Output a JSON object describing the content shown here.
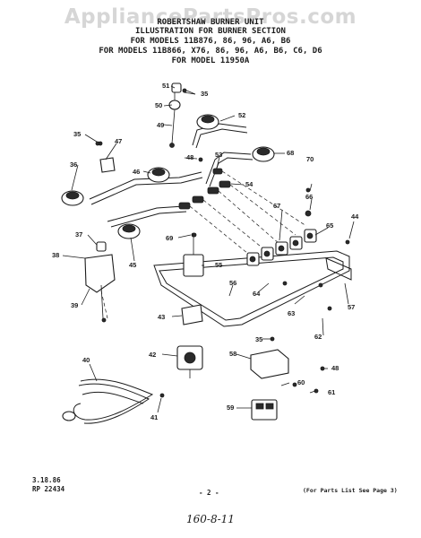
{
  "watermark": "AppliancePartsPros.com",
  "header": {
    "line1": "ROBERTSHAW BURNER UNIT",
    "line2": "ILLUSTRATION FOR BURNER SECTION",
    "line3": "FOR MODELS 11B876, 86, 96, A6, B6",
    "line4": "FOR MODELS 11B866, X76, 86, 96, A6, B6, C6, D6",
    "line5": "FOR MODEL 11950A"
  },
  "footer": {
    "date": "3.18.86",
    "rp": "RP 22434",
    "page": "- 2 -",
    "note": "(For Parts List See Page 3)",
    "handwritten": "160-8-11"
  },
  "part_numbers": [
    "35",
    "36",
    "37",
    "38",
    "39",
    "40",
    "41",
    "42",
    "43",
    "44",
    "45",
    "46",
    "47",
    "48",
    "49",
    "50",
    "51",
    "52",
    "53",
    "54",
    "55",
    "56",
    "57",
    "58",
    "59",
    "60",
    "61",
    "62",
    "63",
    "64",
    "65",
    "66",
    "67",
    "68",
    "69",
    "70"
  ]
}
